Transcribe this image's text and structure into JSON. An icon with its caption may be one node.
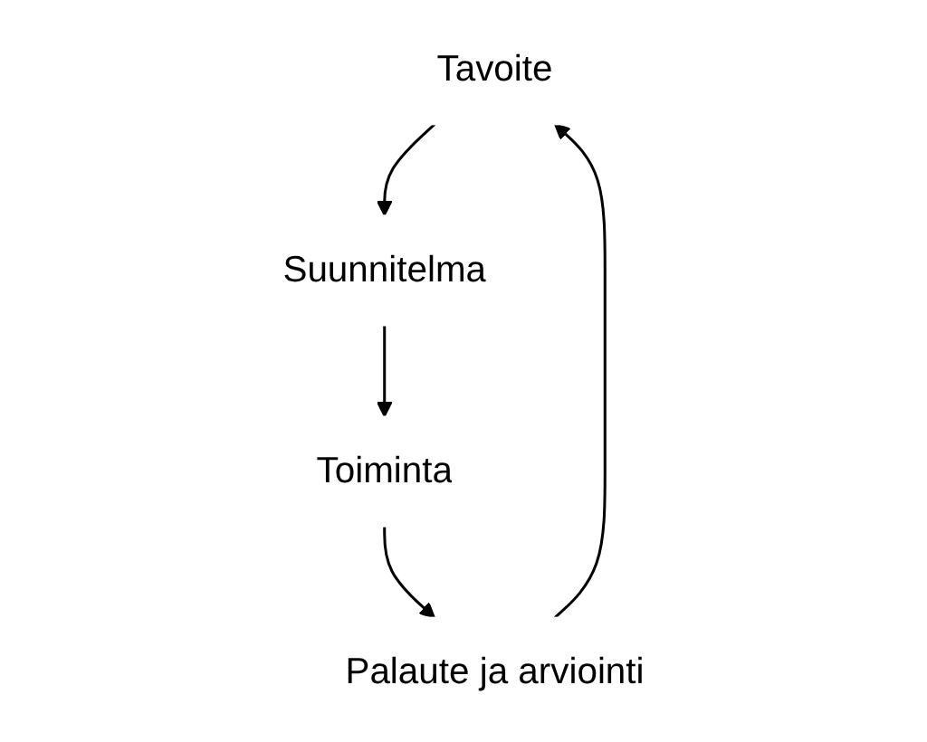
{
  "diagram": {
    "nodes": [
      {
        "text": [
          "Tavoite"
        ]
      },
      {
        "text": [
          "Suunnitelma"
        ]
      },
      {
        "text": [
          "Toiminta"
        ]
      },
      {
        "text": [
          "Palaute ja arviointi"
        ]
      }
    ],
    "edges": [
      {
        "from": 0,
        "to": 1,
        "arrow": "to"
      },
      {
        "from": 1,
        "to": 2,
        "arrow": "to"
      },
      {
        "from": 2,
        "to": 3,
        "arrow": "to"
      },
      {
        "from": 3,
        "to": 0,
        "arrow": "to"
      }
    ]
  }
}
